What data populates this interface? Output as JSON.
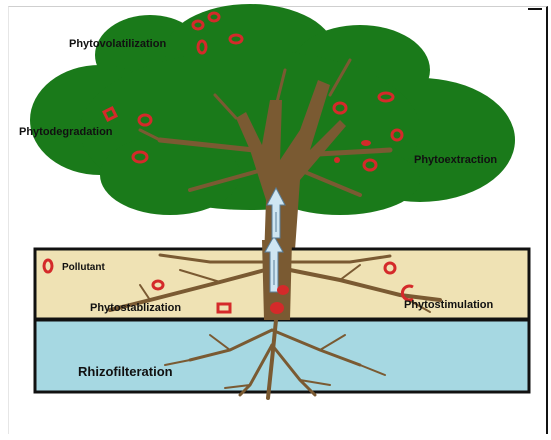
{
  "labels": {
    "phytovolatilization": "Phytovolatilization",
    "phytodegradation": "Phytodegradation",
    "phytoextraction": "Phytoextraction",
    "pollutant": "Pollutant",
    "phytostabilization": "Phytostablization",
    "phytostimulation": "Phytostimulation",
    "rhizofilteration": "Rhizofilteration"
  },
  "colors": {
    "canopy": "#1a7a1a",
    "trunk": "#7a5a32",
    "soil": "#efe2b4",
    "water": "#a6d8e2",
    "pollutant": "#d42a2a",
    "border": "#111111",
    "arrow": "#cfe6f2"
  }
}
